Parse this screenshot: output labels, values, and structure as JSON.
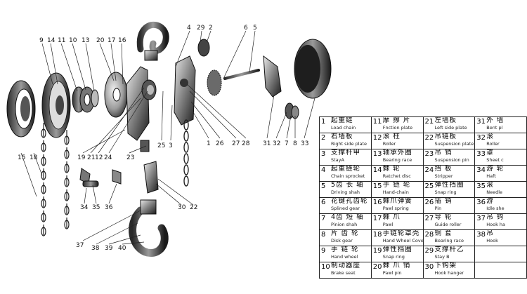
{
  "callouts": {
    "n1": "1",
    "n2": "2",
    "n3": "3",
    "n4": "4",
    "n5": "5",
    "n6": "6",
    "n7": "7",
    "n8": "8",
    "n9": "9",
    "n10": "10",
    "n11": "11",
    "n12": "12",
    "n13": "13",
    "n14": "14",
    "n15": "15",
    "n16": "16",
    "n17": "17",
    "n18": "18",
    "n19": "19",
    "n20": "20",
    "n21": "21",
    "n22": "22",
    "n23": "23",
    "n24": "24",
    "n25": "25",
    "n26": "26",
    "n27": "27",
    "n28": "28",
    "n29": "29",
    "n30": "30",
    "n31": "31",
    "n32": "32",
    "n33": "33",
    "n34": "34",
    "n35": "35",
    "n36": "36",
    "n37": "37",
    "n38": "38",
    "n39": "39",
    "n40": "40"
  },
  "parts": [
    {
      "no": "1",
      "cn": "起重链",
      "en": "Load chain"
    },
    {
      "no": "2",
      "cn": "右墙板",
      "en": "Right side plate"
    },
    {
      "no": "3",
      "cn": "支撑杆甲",
      "en": "StayA"
    },
    {
      "no": "4",
      "cn": "起重链轮",
      "en": "Chain sprocket"
    },
    {
      "no": "5",
      "cn": "5齿 长 轴",
      "en": "Driving shah"
    },
    {
      "no": "6",
      "cn": "花键孔齿轮",
      "en": "Splined gear"
    },
    {
      "no": "7",
      "cn": "4齿 短 轴",
      "en": "Pinion shah"
    },
    {
      "no": "8",
      "cn": "片 齿 轮",
      "en": "Disk gear"
    },
    {
      "no": "9",
      "cn": "手 链 轮",
      "en": "Hand wheel"
    },
    {
      "no": "10",
      "cn": "制动器座",
      "en": "Brake seat"
    },
    {
      "no": "11",
      "cn": "摩 擦 片",
      "en": "Fnction plate"
    },
    {
      "no": "12",
      "cn": "滚 柱",
      "en": "Roller"
    },
    {
      "no": "13",
      "cn": "轴承外圈",
      "en": "Bearing race"
    },
    {
      "no": "14",
      "cn": "棘 轮",
      "en": "Ratchet disc"
    },
    {
      "no": "15",
      "cn": "手 链 轮",
      "en": "Hand-chain"
    },
    {
      "no": "16",
      "cn": "棘爪弹簧",
      "en": "Pawl spring"
    },
    {
      "no": "17",
      "cn": "棘 爪",
      "en": "Pawl"
    },
    {
      "no": "18",
      "cn": "手链轮罩壳",
      "en": "Hand Wheel Cover"
    },
    {
      "no": "19",
      "cn": "弹性挡圈",
      "en": "Snap ring"
    },
    {
      "no": "20",
      "cn": "棘 爪 销",
      "en": "Pawl pin"
    },
    {
      "no": "21",
      "cn": "左墙板",
      "en": "Left side plate"
    },
    {
      "no": "22",
      "cn": "吊链板",
      "en": "Suspension plate"
    },
    {
      "no": "23",
      "cn": "吊 销",
      "en": "Suspension pin"
    },
    {
      "no": "24",
      "cn": "挡 板",
      "en": "Stripper"
    },
    {
      "no": "25",
      "cn": "弹性挡圈",
      "en": "Snap ring"
    },
    {
      "no": "26",
      "cn": "插 销",
      "en": "Pin"
    },
    {
      "no": "27",
      "cn": "导 轮",
      "en": "Guide roller"
    },
    {
      "no": "28",
      "cn": "铜 套",
      "en": "Bearing race"
    },
    {
      "no": "29",
      "cn": "支撑杆乙",
      "en": "Stay B"
    },
    {
      "no": "30",
      "cn": "下钩架",
      "en": "Hook hanger"
    },
    {
      "no": "31",
      "cn": "外 墙",
      "en": "Bent pl"
    },
    {
      "no": "32",
      "cn": "滚",
      "en": "Roller"
    },
    {
      "no": "33",
      "cn": "罩",
      "en": "Sheet c"
    },
    {
      "no": "34",
      "cn": "游 轮",
      "en": "Haft"
    },
    {
      "no": "35",
      "cn": "滚",
      "en": "Needle"
    },
    {
      "no": "36",
      "cn": "游",
      "en": "Idle she"
    },
    {
      "no": "37",
      "cn": "吊 钩",
      "en": "Hook ha"
    },
    {
      "no": "38",
      "cn": "吊",
      "en": "Hook"
    },
    {
      "no": "",
      "cn": "",
      "en": ""
    },
    {
      "no": "",
      "cn": "",
      "en": ""
    }
  ],
  "colors": {
    "ink": "#111111",
    "metal_dark": "#2a2a2a",
    "metal_mid": "#6e6e6e",
    "metal_light": "#bdbdbd"
  }
}
